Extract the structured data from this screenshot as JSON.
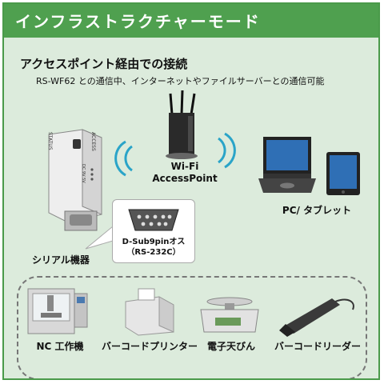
{
  "header": {
    "title": "インフラストラクチャーモード"
  },
  "section": {
    "title": "アクセスポイント経由での接続",
    "description": "RS-WF62 との通信中、インターネットやファイルサーバーとの通信可能"
  },
  "adapter": {
    "label_status": "STATUS",
    "label_access": "ACCESS",
    "label_dc": "DC 9V 5V"
  },
  "access_point": {
    "line1": "Wi-Fi",
    "line2": "AccessPoint"
  },
  "pc": {
    "label": "PC/ タブレット"
  },
  "serial": {
    "label": "シリアル機器"
  },
  "connector": {
    "line1": "D-Sub9pinオス",
    "line2": "（RS-232C）"
  },
  "devices": {
    "nc": "NC 工作機",
    "printer": "バーコードプリンター",
    "scale": "電子天びん",
    "reader": "バーコードリーダー"
  },
  "colors": {
    "header": "#4fa04f",
    "background": "#dcebdc",
    "wifi_waves": "#2aa4c8"
  }
}
